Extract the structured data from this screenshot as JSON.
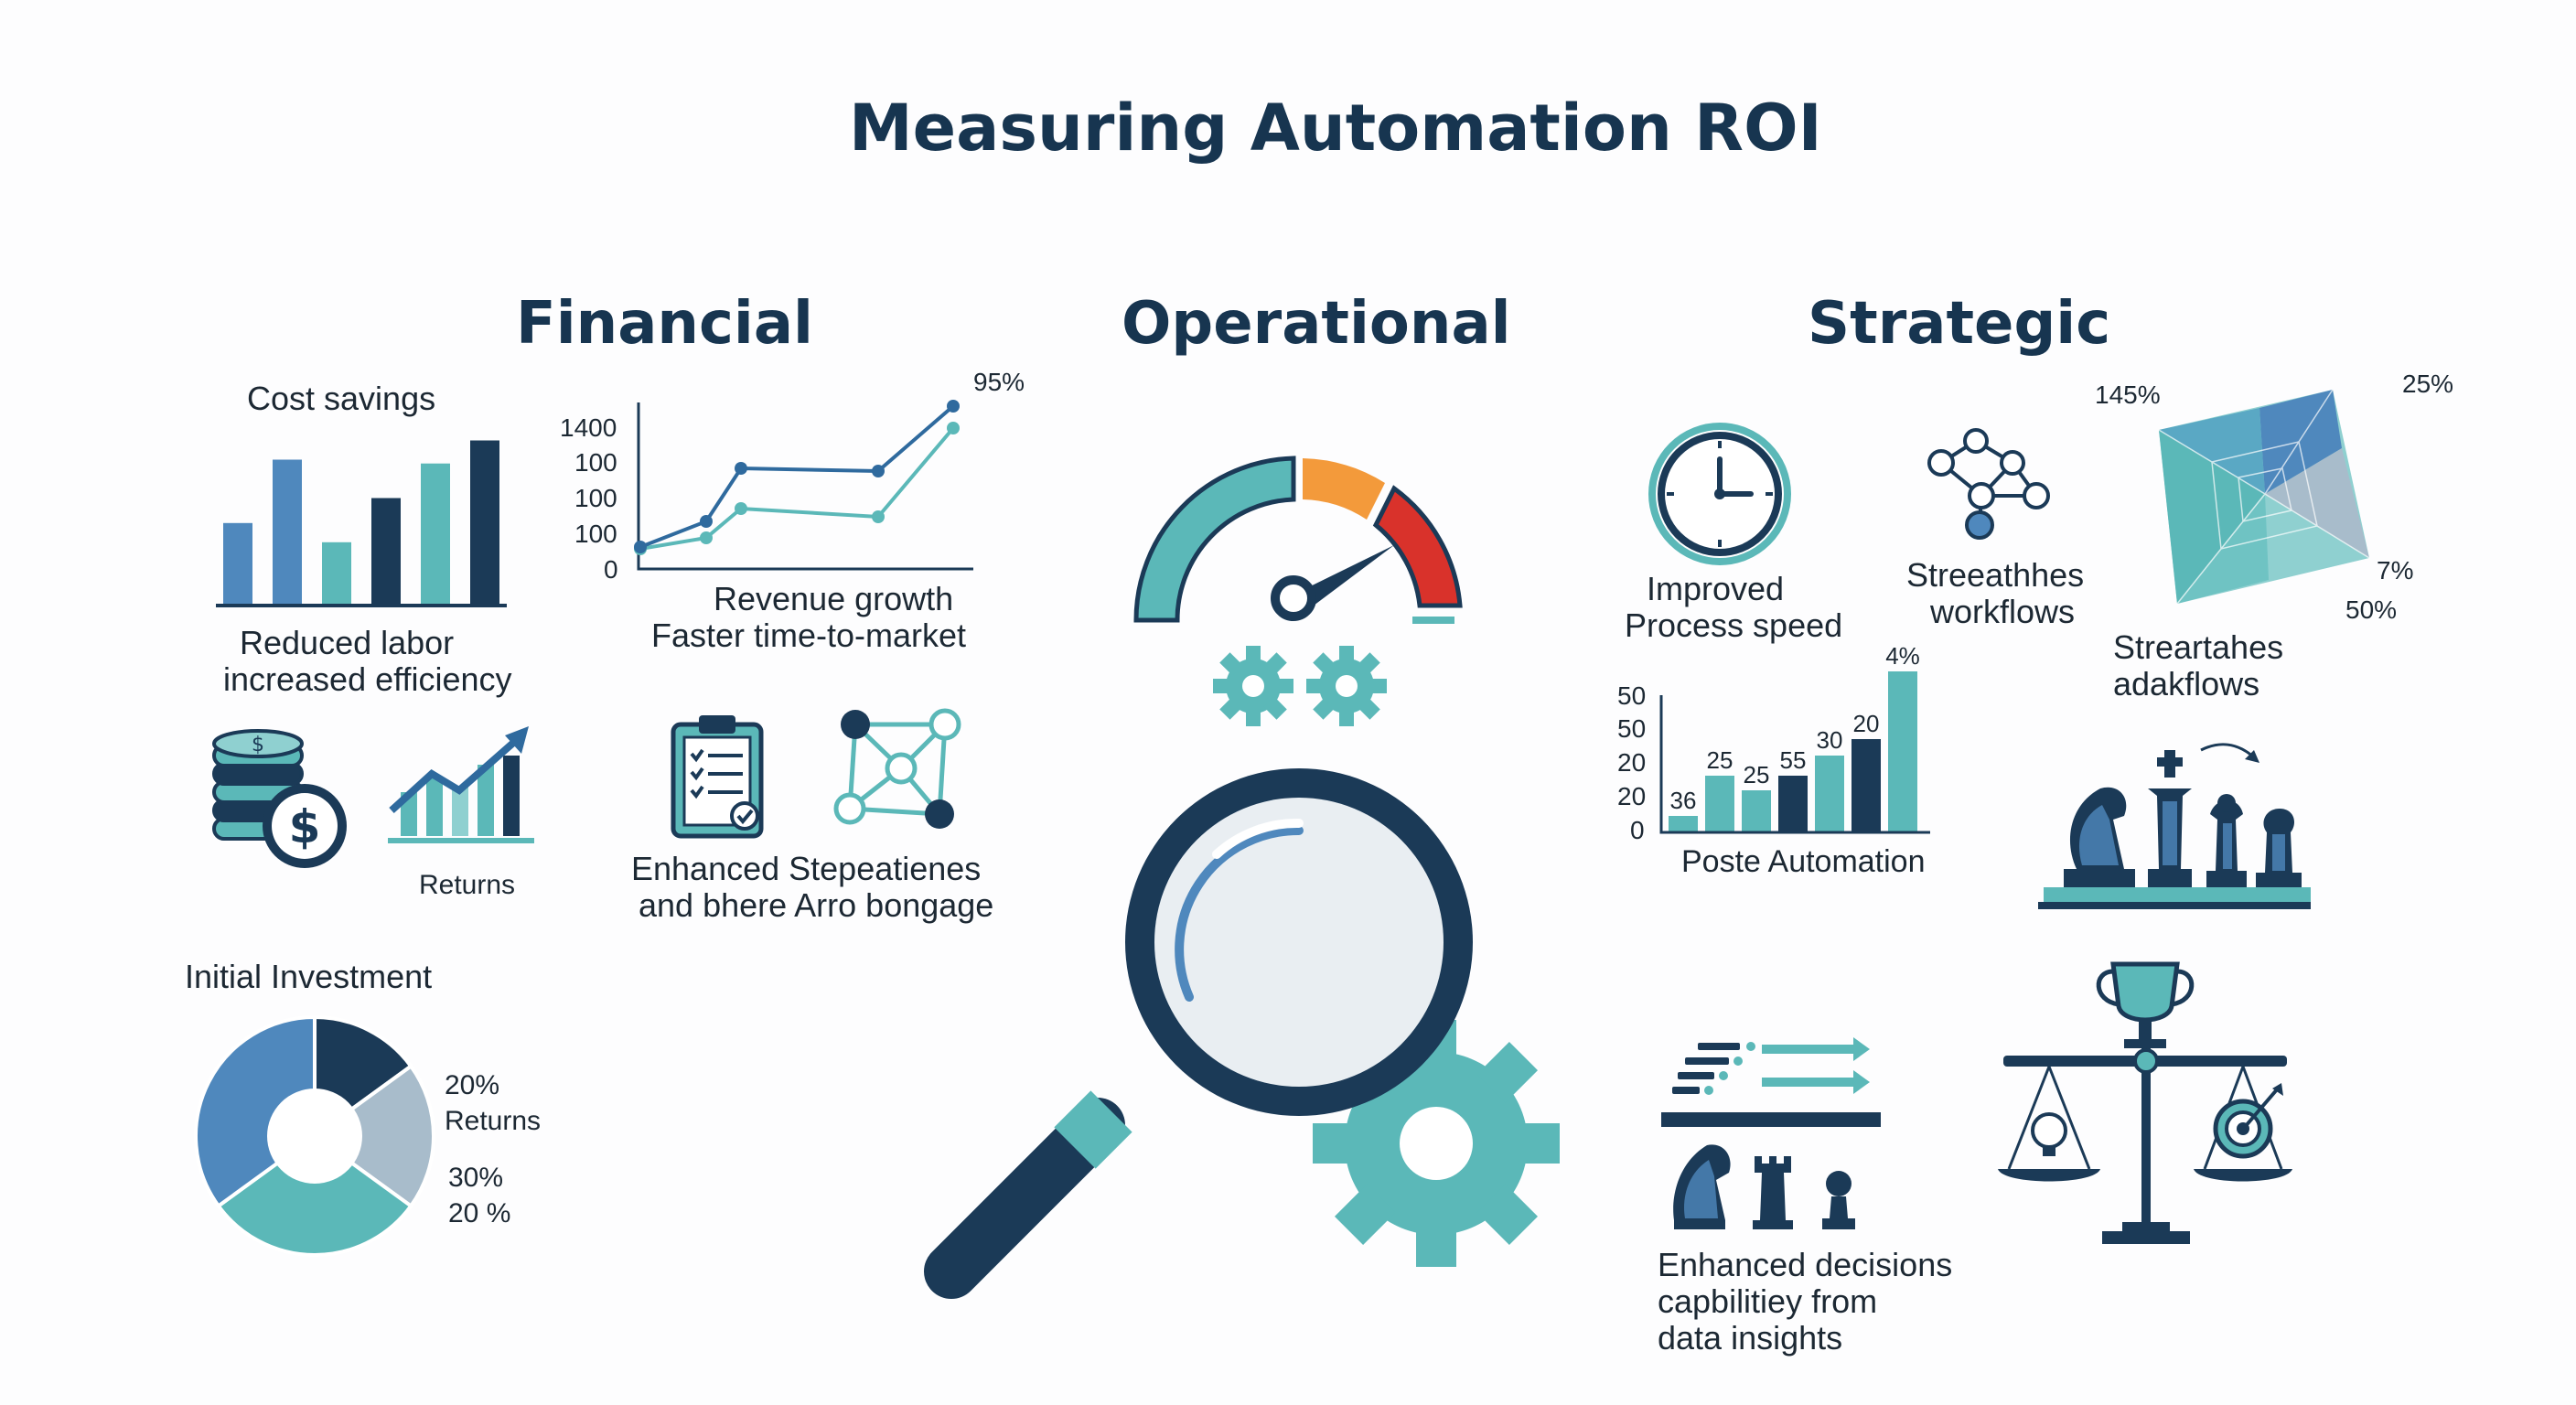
{
  "page": {
    "title": "Measuring Automation ROI",
    "sections": {
      "financial": "Financial",
      "operational": "Operational",
      "strategic": "Strategic"
    }
  },
  "financial": {
    "cost_savings_title": "Cost savings",
    "bar_chart": {
      "values": [
        0.42,
        0.75,
        0.32,
        0.55,
        0.73,
        0.85
      ]
    },
    "reduced_labor": "Reduced labor",
    "increased_efficiency": "increased efficiency",
    "revenue_chart": {
      "y_ticks": [
        "1400",
        "100",
        "100",
        "100",
        "0"
      ],
      "percent_label": "95%",
      "line_label": "Revenue growth",
      "sub_label": "Faster time-to-market"
    },
    "returns_label": "Returns",
    "enhanced_line1": "Enhanced Stepeatienes",
    "enhanced_line2": "and bhere Arro bongage",
    "initial_investment": "Initial Investment",
    "donut": {
      "segments": [
        {
          "value": 15,
          "color": "#1b3a57"
        },
        {
          "value": 20,
          "color": "#a8bccb"
        },
        {
          "value": 30,
          "color": "#5bb8b8"
        },
        {
          "value": 35,
          "color": "#4f88bd"
        }
      ],
      "label_20a": "20%",
      "label_returns": "Returns",
      "label_30": "30%",
      "label_20b": "20 %"
    }
  },
  "strategic": {
    "improved_line1": "Improved",
    "improved_line2": "Process speed",
    "streamlines_line1": "Streeathhes",
    "streamlines_line2": "workflows",
    "radar_145": "145%",
    "radar_25": "25%",
    "radar_7": "7%",
    "radar_50": "50%",
    "radar_caption1": "Streartahes",
    "radar_caption2": "adakflows",
    "post_chart": {
      "y_ticks": [
        "50",
        "50",
        "20",
        "20",
        "0"
      ],
      "values": [
        36,
        25,
        25,
        55,
        30,
        20,
        4
      ],
      "value_labels": [
        "36",
        "25",
        "25",
        "55",
        "30",
        "20",
        "4%"
      ],
      "caption": "Poste Automation"
    },
    "decisions_line1": "Enhanced decisions",
    "decisions_line2": "capbilitiey from",
    "decisions_line3": "data insights"
  },
  "colors": {
    "navy": "#1b3a57",
    "blue": "#4f88bd",
    "teal": "#5bb8b8",
    "light_teal": "#8fd0d0",
    "orange": "#f39a3b",
    "red": "#d9322b"
  }
}
